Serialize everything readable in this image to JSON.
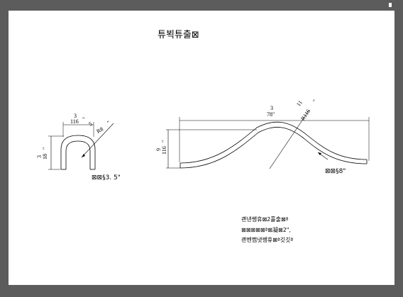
{
  "title": "튜뵉튜출⊠",
  "profile_u": {
    "width_num": "3",
    "width_den": "116",
    "width_mark": "\"",
    "radius_num": "5",
    "radius_den": "R8",
    "radius_mark": "\"",
    "height_num": "3",
    "height_den": "18",
    "height_mark": "\"",
    "length_label": "⊠⊠§3. 5\""
  },
  "profile_wave": {
    "width_num": "3",
    "width_den": "78\"",
    "radius_num": "11",
    "radius_den": "R116",
    "radius_mark": "\"",
    "height_num": "9",
    "height_den": "116",
    "height_mark": "\"",
    "length_label": "⊠⊠§8\""
  },
  "notes": {
    "line1": "괜낸쌩휴⊠2흘출⊠ª",
    "line2": "⊠⊠⊠⊠⊠ª⊠凝⊠2\",",
    "line3": "괜벤쨉냇쌩휴⊠ª깃깃ª"
  }
}
